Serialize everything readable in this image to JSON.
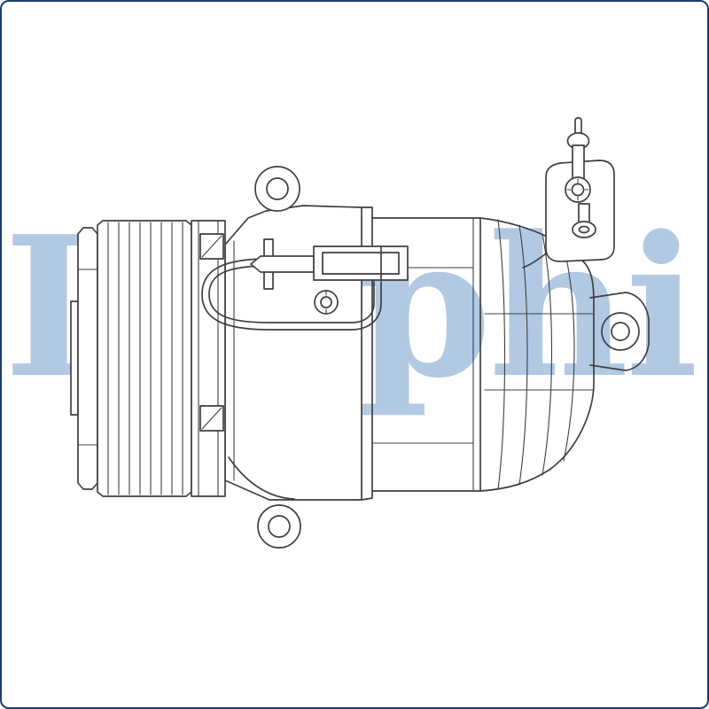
{
  "image": {
    "type": "technical-line-drawing",
    "subject": "air-conditioning-compressor-product-drawing",
    "watermark_text": "Delphi",
    "colors": {
      "background": "#ffffff",
      "border": "#1a3e73",
      "line": "#3f3f3f",
      "watermark": "#b2c9e4"
    }
  }
}
